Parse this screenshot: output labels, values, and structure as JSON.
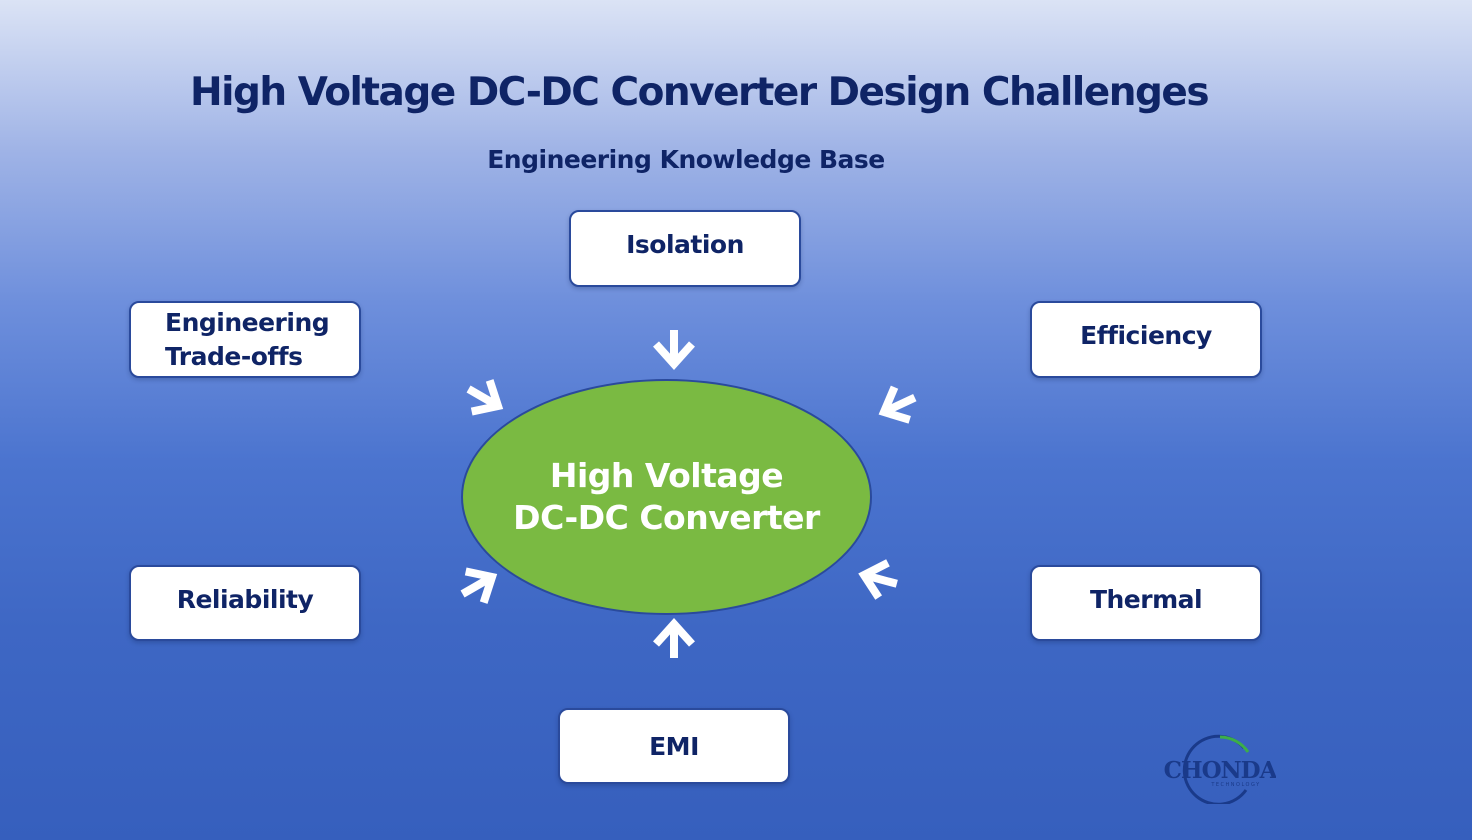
{
  "title": "High Voltage DC-DC Converter Design Challenges",
  "subtitle": "Engineering Knowledge Base",
  "center": {
    "line1": "High Voltage",
    "line2": "DC-DC Converter",
    "fill_color": "#7aba42"
  },
  "nodes": {
    "isolation": "Isolation",
    "tradeoffs_line1": "Engineering",
    "tradeoffs_line2": "Trade-offs",
    "efficiency": "Efficiency",
    "reliability": "Reliability",
    "thermal": "Thermal",
    "emi": "EMI"
  },
  "logo": {
    "brand": "CHONDA",
    "tagline": "TECHNOLOGY",
    "ring_color_primary": "#1a3a8a",
    "ring_color_accent": "#3cae4a"
  },
  "colors": {
    "title": "#0f2466",
    "node_border": "#2a4a9c",
    "arrow": "#ffffff"
  }
}
